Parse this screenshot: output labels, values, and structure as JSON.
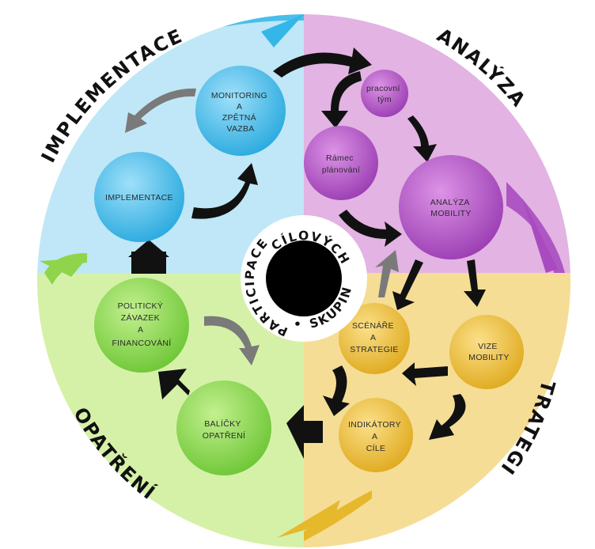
{
  "quadrants": [
    {
      "id": "implementace",
      "label": "IMPLEMENTACE",
      "color": "#bfe7f7",
      "accent": "#35b6e8"
    },
    {
      "id": "analyza",
      "label": "ANALÝZA",
      "color": "#e2b3e3",
      "accent": "#a94bbf"
    },
    {
      "id": "strategie",
      "label": "STRATEGIE",
      "color": "#f5dd96",
      "accent": "#e6b82b"
    },
    {
      "id": "opatreni",
      "label": "OPATŘENÍ",
      "color": "#d5f1a8",
      "accent": "#8fd44a"
    }
  ],
  "center": {
    "text_top": "CÍLOVÝCH",
    "text_left": "PARTICIPACE",
    "text_bottom": "SKUPIN",
    "separator": "•"
  },
  "nodes": [
    {
      "id": "monitoring",
      "lines": [
        "MONITORING",
        "A",
        "ZPĚTNÁ",
        "VAZBA"
      ],
      "color": "#3db8ea"
    },
    {
      "id": "implementace",
      "lines": [
        "IMPLEMENTACE"
      ],
      "color": "#3db8ea"
    },
    {
      "id": "pracovni-tym",
      "lines": [
        "pracovní",
        "tým"
      ],
      "color": "#b04fc3"
    },
    {
      "id": "ramec",
      "lines": [
        "Rámec",
        "plánování"
      ],
      "color": "#b04fc3"
    },
    {
      "id": "analyza-mobility",
      "lines": [
        "ANALÝZA",
        "MOBILITY"
      ],
      "color": "#b04fc3"
    },
    {
      "id": "scenare",
      "lines": [
        "SCÉNÁŘE",
        "A",
        "STRATEGIE"
      ],
      "color": "#eab82b"
    },
    {
      "id": "vize",
      "lines": [
        "VIZE",
        "MOBILITY"
      ],
      "color": "#eab82b"
    },
    {
      "id": "indikatory",
      "lines": [
        "INDIKÁTORY",
        "A",
        "CÍLE"
      ],
      "color": "#eab82b"
    },
    {
      "id": "politicky",
      "lines": [
        "POLITICKÝ",
        "ZÁVAZEK",
        "A",
        "FINANCOVÁNÍ"
      ],
      "color": "#7fd34a"
    },
    {
      "id": "balicky",
      "lines": [
        "BALÍČKY",
        "OPATŘENÍ"
      ],
      "color": "#7fd34a"
    }
  ]
}
